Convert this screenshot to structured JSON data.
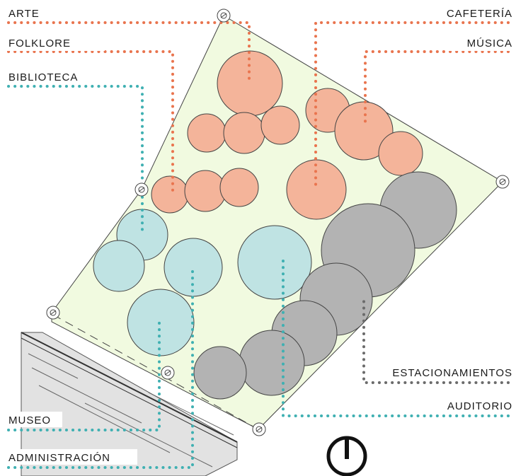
{
  "diagram": {
    "colors": {
      "site_fill": "#f1fae0",
      "site_stroke": "#444444",
      "zone_orange": "#f4b49a",
      "zone_teal": "#bfe3e3",
      "zone_gray": "#b3b3b3",
      "leader_orange": "#e9744e",
      "leader_teal": "#3fb0b2",
      "leader_gray": "#6b6b6b",
      "road_fill": "#e2e2e2"
    },
    "labels": {
      "arte": "ARTE",
      "folklore": "FOLKLORE",
      "biblioteca": "BIBLIOTECA",
      "cafeteria": "CAFETERÍA",
      "musica": "MÚSICA",
      "estacionamientos": "ESTACIONAMIENTOS",
      "auditorio": "AUDITORIO",
      "museo": "MUSEO",
      "administracion": "ADMINISTRACIÓN"
    },
    "icons": {
      "survey_marker": "survey-marker-icon",
      "north_arrow": "north-arrow-icon"
    }
  }
}
